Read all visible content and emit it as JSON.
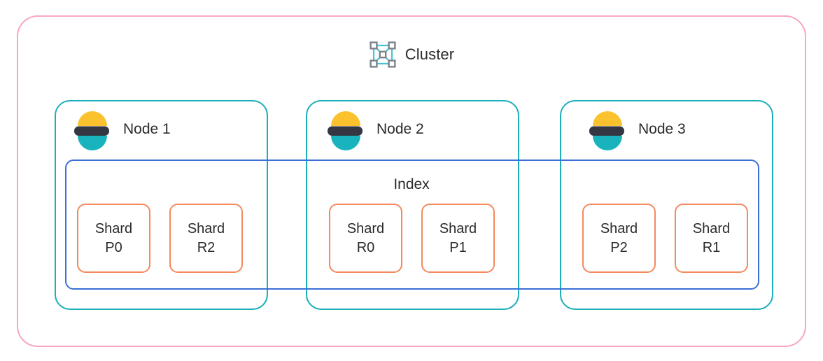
{
  "diagram": {
    "cluster": {
      "label": "Cluster",
      "icon": "cluster-icon",
      "border_color": "#f7a6c4"
    },
    "index": {
      "label": "Index",
      "border_color": "#3B6FD4"
    },
    "node_border_color": "#1BAFBC",
    "shard_border_color": "#F58A5E",
    "node_icon_colors": {
      "top": "#FCC22E",
      "middle": "#343741",
      "bottom": "#18B3BD"
    },
    "shard_word": "Shard",
    "nodes": [
      {
        "label": "Node 1",
        "icon": "node-icon",
        "shards": [
          {
            "title": "Shard",
            "id": "P0"
          },
          {
            "title": "Shard",
            "id": "R2"
          }
        ]
      },
      {
        "label": "Node 2",
        "icon": "node-icon",
        "shards": [
          {
            "title": "Shard",
            "id": "R0"
          },
          {
            "title": "Shard",
            "id": "P1"
          }
        ]
      },
      {
        "label": "Node 3",
        "icon": "node-icon",
        "shards": [
          {
            "title": "Shard",
            "id": "P2"
          },
          {
            "title": "Shard",
            "id": "R1"
          }
        ]
      }
    ]
  }
}
